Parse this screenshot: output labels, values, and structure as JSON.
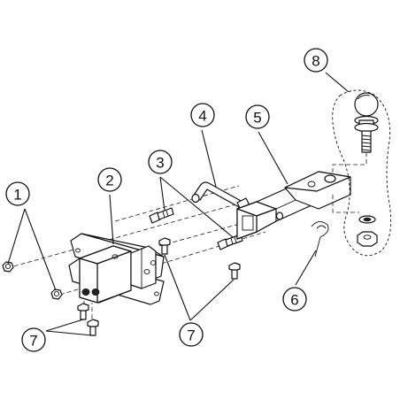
{
  "callouts": [
    {
      "id": "1",
      "label": "1"
    },
    {
      "id": "2",
      "label": "2"
    },
    {
      "id": "3",
      "label": "3"
    },
    {
      "id": "4",
      "label": "4"
    },
    {
      "id": "5",
      "label": "5"
    },
    {
      "id": "6",
      "label": "6"
    },
    {
      "id": "7a",
      "label": "7"
    },
    {
      "id": "7b",
      "label": "7"
    },
    {
      "id": "8",
      "label": "8"
    }
  ],
  "colors": {
    "line": "#111111",
    "background": "#ffffff"
  }
}
